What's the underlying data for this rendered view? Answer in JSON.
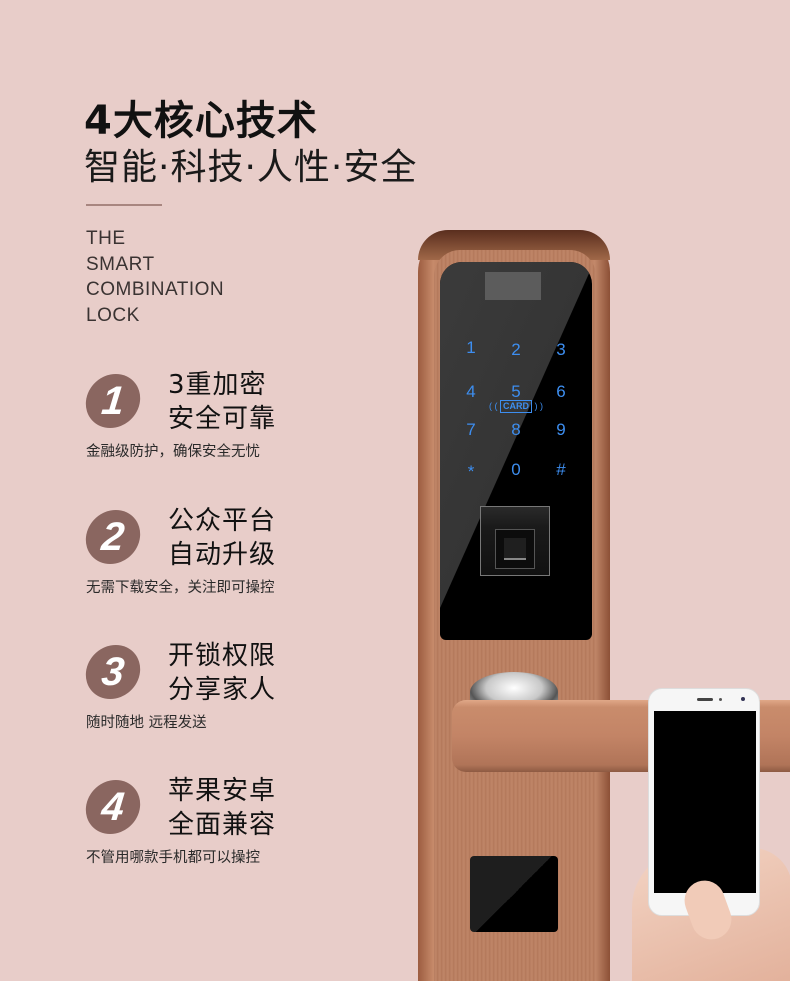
{
  "header": {
    "title": "4大核心技术",
    "subtitle": "智能·科技·人性·安全",
    "english_lines": [
      "THE",
      "SMART",
      "COMBINATION",
      "LOCK"
    ]
  },
  "features": [
    {
      "number": "1",
      "line1": "3重加密",
      "line2": "安全可靠",
      "desc": "金融级防护，确保安全无忧"
    },
    {
      "number": "2",
      "line1": "公众平台",
      "line2": "自动升级",
      "desc": "无需下载安全，关注即可操控"
    },
    {
      "number": "3",
      "line1": "开锁权限",
      "line2": "分享家人",
      "desc": "随时随地 远程发送"
    },
    {
      "number": "4",
      "line1": "苹果安卓",
      "line2": "全面兼容",
      "desc": "不管用哪款手机都可以操控"
    }
  ],
  "lock": {
    "keypad": [
      "1",
      "2",
      "3",
      "4",
      "5",
      "6",
      "7",
      "8",
      "9",
      "*",
      "0",
      "#"
    ],
    "card_label": "CARD",
    "colors": {
      "keypad": "#3d8ef0",
      "body": "#c08668",
      "badge": "#8a6660",
      "background": "#e8cdc9"
    }
  }
}
